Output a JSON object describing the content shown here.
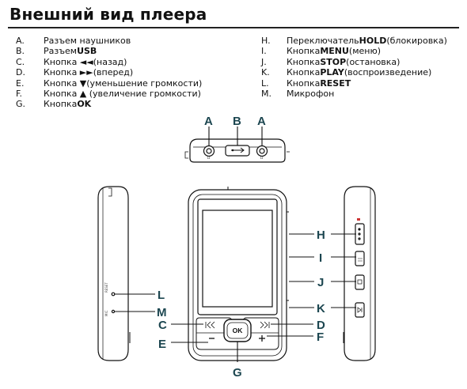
{
  "title": "Внешний вид плеера",
  "legend": {
    "col1": [
      {
        "letter": "A.",
        "pre": "Разъем наушников",
        "bold": "",
        "post": ""
      },
      {
        "letter": "B.",
        "pre": "Разъем ",
        "bold": "USB",
        "post": ""
      },
      {
        "letter": "C.",
        "pre": "Кнопка ◄◄(назад)",
        "bold": "",
        "post": ""
      },
      {
        "letter": "D.",
        "pre": "Кнопка ►►(вперед)",
        "bold": "",
        "post": ""
      },
      {
        "letter": "E.",
        "pre": "Кнопка ▼(уменьшение громкости)",
        "bold": "",
        "post": ""
      },
      {
        "letter": "F.",
        "pre": "Кнопка ▲ (увеличение громкости)",
        "bold": "",
        "post": ""
      },
      {
        "letter": "G.",
        "pre": "Кнопка ",
        "bold": "OK",
        "post": ""
      }
    ],
    "col2": [
      {
        "letter": "H.",
        "pre": "Переключатель ",
        "bold": "HOLD",
        "post": " (блокировка)"
      },
      {
        "letter": "I.",
        "pre": "Кнопка ",
        "bold": "MENU",
        "post": " (меню)"
      },
      {
        "letter": "J.",
        "pre": "Кнопка ",
        "bold": "STOP",
        "post": " (остановка)"
      },
      {
        "letter": "K.",
        "pre": "Кнопка ",
        "bold": "PLAY",
        "post": " (воспроизведение)"
      },
      {
        "letter": "L.",
        "pre": "Кнопка ",
        "bold": "RESET",
        "post": ""
      },
      {
        "letter": "M.",
        "pre": "Микрофон",
        "bold": "",
        "post": ""
      }
    ]
  },
  "callouts": {
    "a_left": "A",
    "b": "B",
    "a_right": "A",
    "h": "H",
    "i": "I",
    "j": "J",
    "k": "K",
    "l": "L",
    "m": "M",
    "c": "C",
    "d": "D",
    "e": "E",
    "f": "F",
    "g": "G"
  },
  "device": {
    "ok_label": "OK",
    "reset_print": "RESET",
    "mic_print": "MIC"
  },
  "colors": {
    "callout": "#1c4650",
    "outline": "#111111"
  }
}
